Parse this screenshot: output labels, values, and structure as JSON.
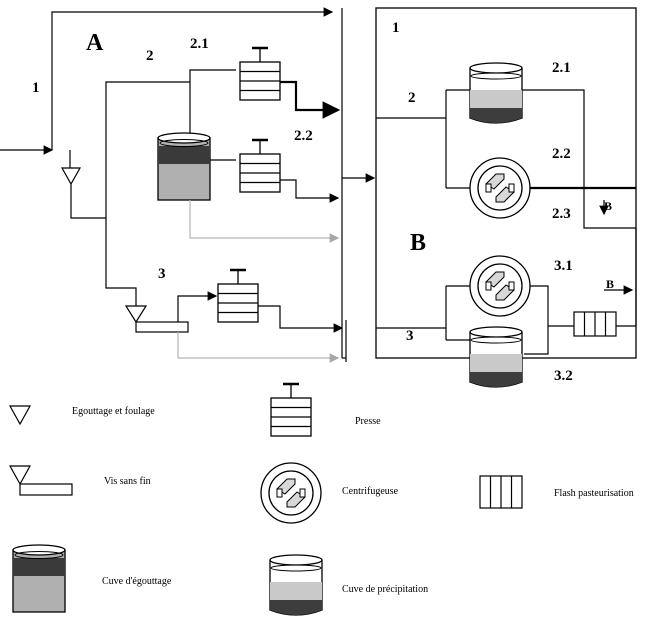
{
  "panel_a": {
    "title": "A",
    "labels": {
      "l1": "1",
      "l2": "2",
      "l21": "2.1",
      "l22": "2.2",
      "l3": "3"
    }
  },
  "panel_b": {
    "title": "B",
    "labels": {
      "l1": "1",
      "l2": "2",
      "l21": "2.1",
      "l22": "2.2",
      "l23": "2.3",
      "l3": "3",
      "l31": "3.1",
      "l32": "3.2",
      "b_arrow_1": "B",
      "b_arrow_2": "B"
    }
  },
  "legend": {
    "egouttage": "Egouttage et foulage",
    "vis": "Vis sans fin",
    "cuve_egouttage": "Cuve d'égouttage",
    "presse": "Presse",
    "centrifugeuse": "Centrifugeuse",
    "cuve_precipitation": "Cuve de précipitation",
    "flash": "Flash pasteurisation"
  },
  "colors": {
    "line": "#000000",
    "grey_line": "#b4b4b4",
    "liquid_dark": "#3a3a3a",
    "liquid_light": "#b0b0b0",
    "precip_light": "#c9c9c9",
    "precip_dark": "#3d3d3d"
  }
}
